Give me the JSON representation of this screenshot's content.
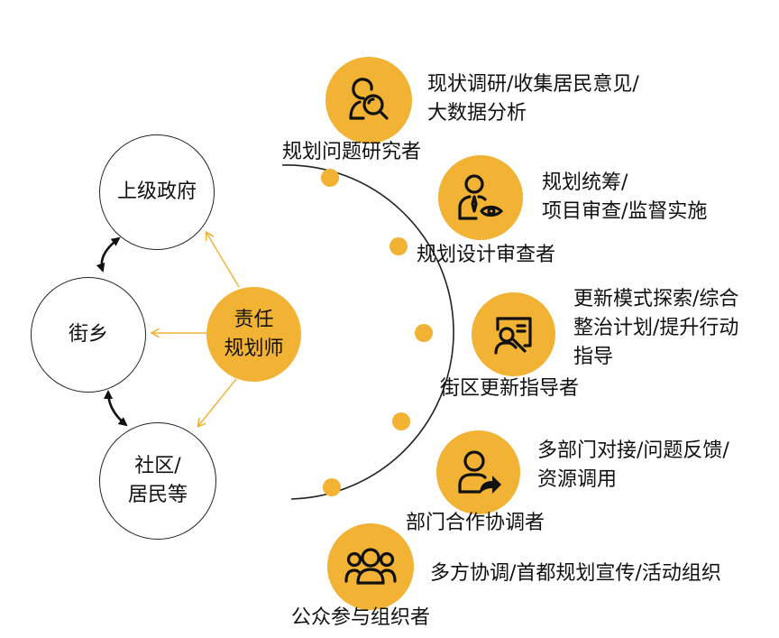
{
  "left": {
    "upper_gov": "上级政府",
    "street": "街乡",
    "community_line1": "社区/",
    "community_line2": "居民等"
  },
  "center": {
    "line1": "责任",
    "line2": "规划师"
  },
  "roles": [
    {
      "title": "规划问题研究者",
      "icon": "magnifier-person-icon",
      "desc": [
        "现状调研/收集居民意见/",
        "大数据分析"
      ]
    },
    {
      "title": "规划设计审查者",
      "icon": "person-eye-icon",
      "desc": [
        "规划统筹/",
        "项目审查/监督实施"
      ]
    },
    {
      "title": "街区更新指导者",
      "icon": "person-board-icon",
      "desc": [
        "更新模式探索/综合",
        "整治计划/提升行动",
        "指导"
      ]
    },
    {
      "title": "部门合作协调者",
      "icon": "person-forward-icon",
      "desc": [
        "多部门对接/问题反馈/",
        "资源调用"
      ]
    },
    {
      "title": "公众参与组织者",
      "icon": "group-people-icon",
      "desc": [
        "多方协调/首都规划宣传/活动组织"
      ]
    }
  ],
  "colors": {
    "accent": "#f2b233",
    "stroke": "#222222"
  }
}
